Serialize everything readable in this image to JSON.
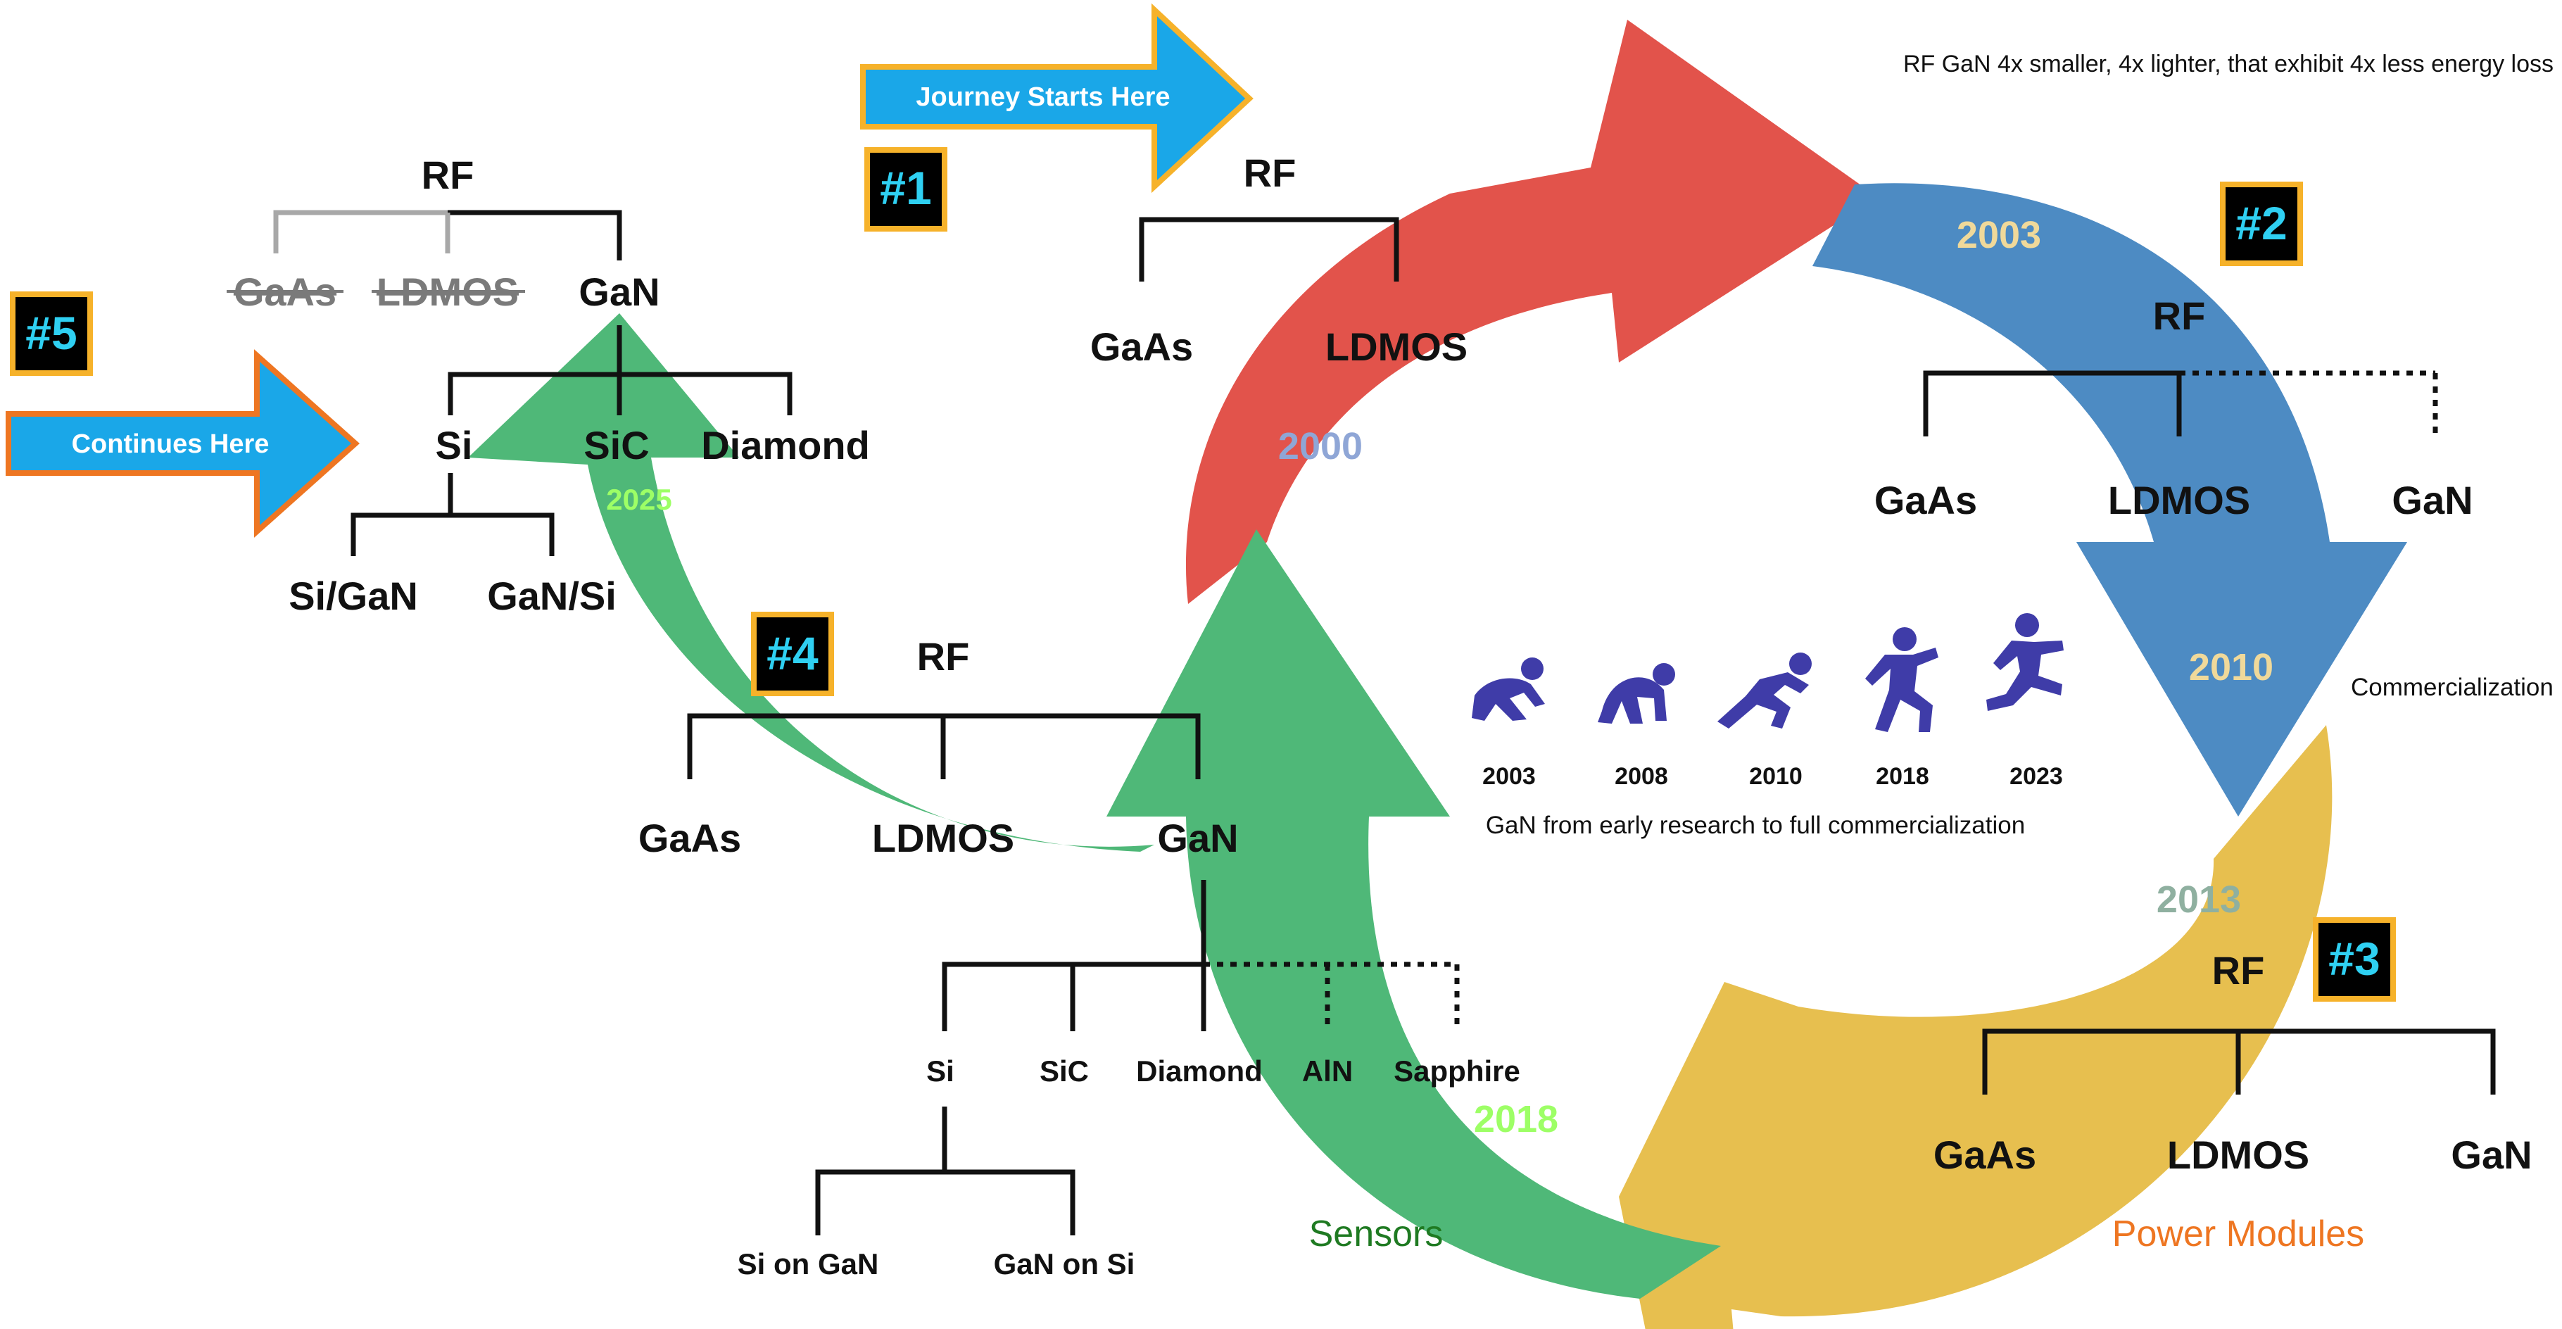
{
  "callouts": {
    "journey": "Journey Starts Here",
    "continues": "Continues Here"
  },
  "header_note": "RF GaN 4x smaller, 4x lighter, that exhibit 4x less energy loss",
  "badges": {
    "b1": "#1",
    "b2": "#2",
    "b3": "#3",
    "b4": "#4",
    "b5": "#5"
  },
  "colors": {
    "red_arrow": "#e2534b",
    "blue_arrow": "#4d8bc3",
    "yellow_arrow": "#e7bf4f",
    "green_arrow": "#4fb878",
    "callout_fill": "#1aa7e8",
    "callout_border": "#f6b22a",
    "callout2_border": "#ee7622",
    "badge_border": "#f6b22a",
    "badge_text": "#2fd0f2",
    "runner_icons": "#3f3ca8",
    "sensors_text": "#1f7a22",
    "power_text": "#ee7622"
  },
  "years": {
    "y2000": "2000",
    "y2003": "2003",
    "y2010": "2010",
    "y2013": "2013",
    "y2018": "2018",
    "y2025": "2025"
  },
  "stage1": {
    "rf": "RF",
    "gaas": "GaAs",
    "ldmos": "LDMOS"
  },
  "stage2": {
    "rf": "RF",
    "gaas": "GaAs",
    "ldmos": "LDMOS",
    "gan": "GaN"
  },
  "stage3": {
    "rf": "RF",
    "gaas": "GaAs",
    "ldmos": "LDMOS",
    "gan": "GaN"
  },
  "stage4": {
    "rf": "RF",
    "gaas": "GaAs",
    "ldmos": "LDMOS",
    "gan": "GaN",
    "substrates": [
      "Si",
      "SiC",
      "Diamond",
      "AlN",
      "Sapphire"
    ],
    "si_children": [
      "Si on GaN",
      "GaN on Si"
    ]
  },
  "stage5": {
    "rf": "RF",
    "gaas": "GaAs",
    "ldmos": "LDMOS",
    "gan": "GaN",
    "substrates": [
      "Si",
      "SiC",
      "Diamond"
    ],
    "si_children": [
      "Si/GaN",
      "GaN/Si"
    ]
  },
  "timeline": {
    "years": [
      "2003",
      "2008",
      "2010",
      "2018",
      "2023"
    ],
    "caption": "GaN from early research to full commercialization"
  },
  "labels": {
    "commercialization": "Commercialization",
    "sensors": "Sensors",
    "power_modules": "Power Modules"
  }
}
